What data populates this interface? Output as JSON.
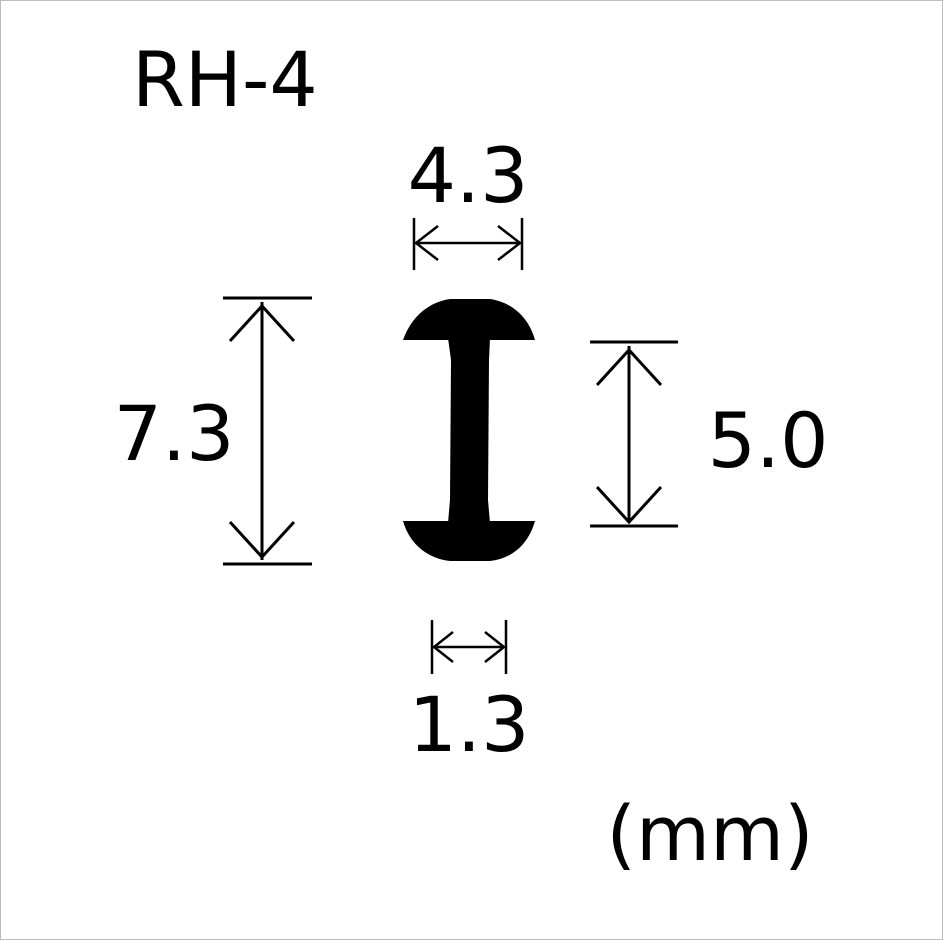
{
  "title": "RH-4",
  "dimensions": {
    "head_width": "4.3",
    "total_length": "7.3",
    "shank_length": "5.0",
    "shank_width": "1.3"
  },
  "unit_label": "(mm)",
  "colors": {
    "ink": "#000000",
    "background": "#ffffff",
    "frame": "#bdbdbd"
  }
}
